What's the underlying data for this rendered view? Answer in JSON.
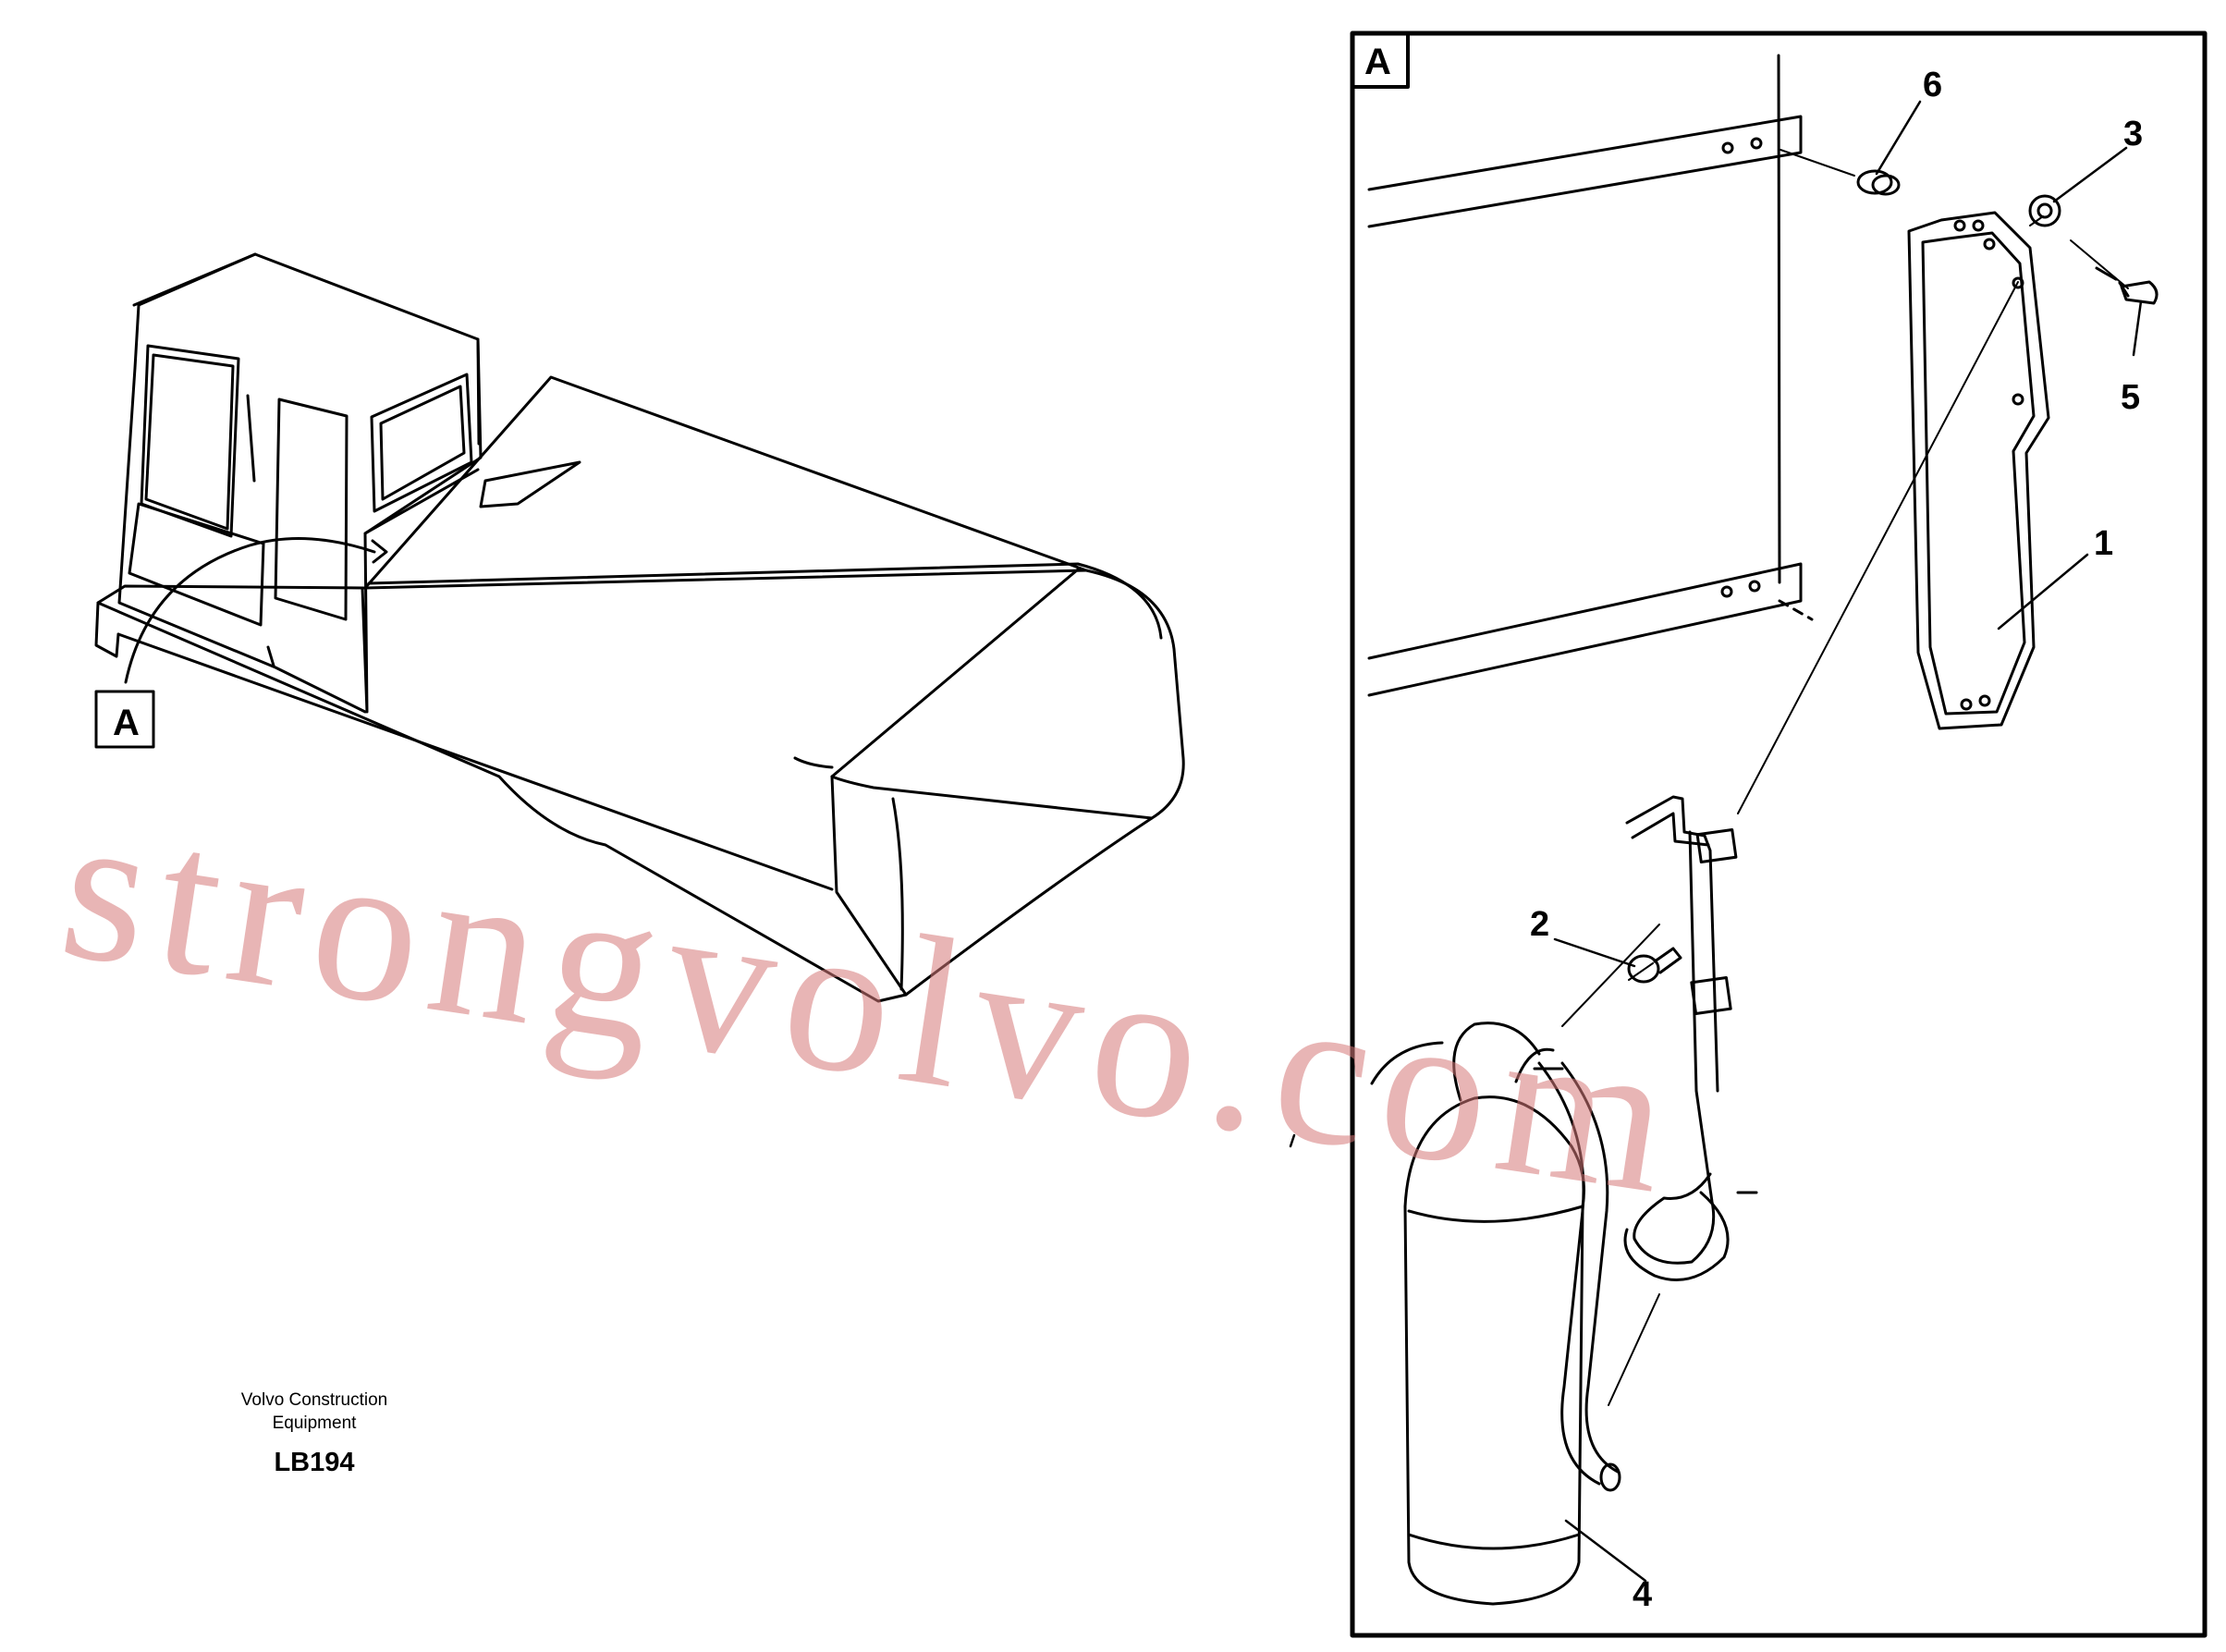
{
  "view_marker": "A",
  "detail_marker": "A",
  "callouts": {
    "bracket": "1",
    "screw": "2",
    "nut": "3",
    "extinguisher": "4",
    "bolt": "5",
    "spacer": "6"
  },
  "manufacturer": "Volvo Construction\nEquipment",
  "drawing_code": "LB194",
  "watermark": "strongvolvo.com"
}
